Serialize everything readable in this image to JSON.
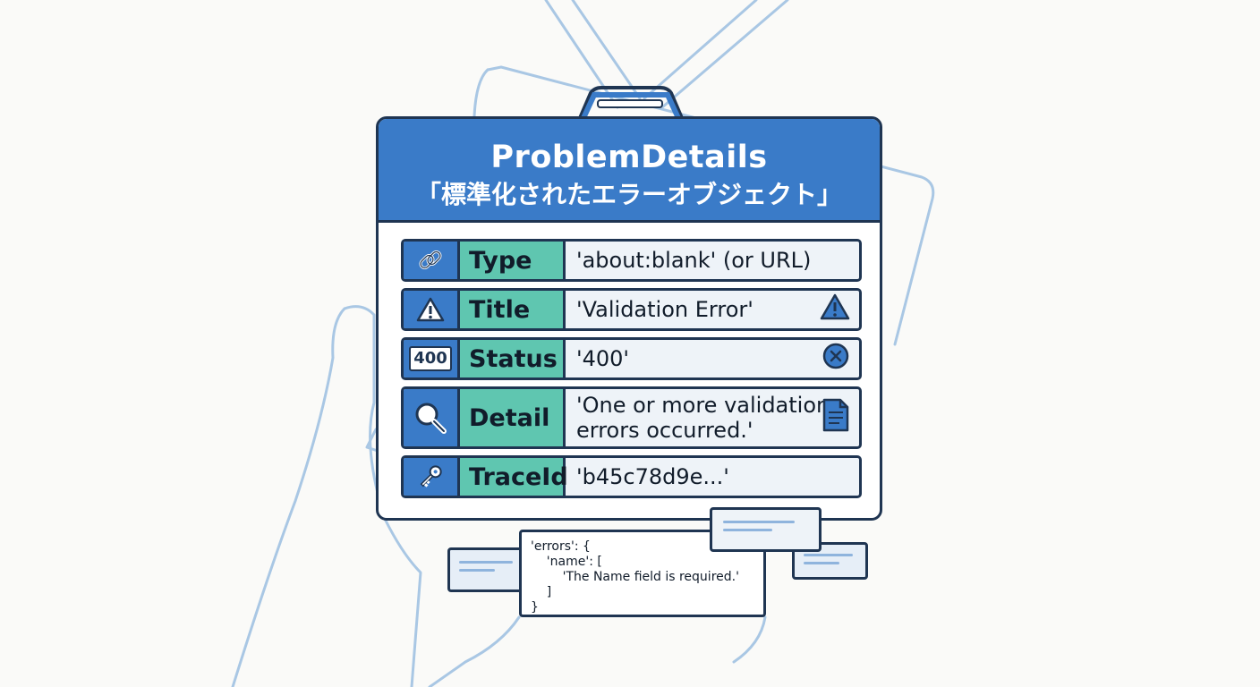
{
  "card": {
    "title": "ProblemDetails",
    "subtitle": "「標準化されたエラーオブジェクト」"
  },
  "rows": [
    {
      "key": "Type",
      "value": "'about:blank' (or URL)",
      "icon": "link-icon",
      "right_icon": ""
    },
    {
      "key": "Title",
      "value": "'Validation Error'",
      "icon": "warning-icon",
      "right_icon": "warning-icon"
    },
    {
      "key": "Status",
      "value": "'400'",
      "icon": "status-400-icon",
      "icon_text": "400",
      "right_icon": "error-circle-icon"
    },
    {
      "key": "Detail",
      "value": "'One or more validation errors occurred.'",
      "value_line1": "'One or more validation",
      "value_line2": "errors occurred.'",
      "icon": "magnifier-icon",
      "right_icon": "document-icon"
    },
    {
      "key": "TraceId",
      "value": "'b45c78d9e...'",
      "icon": "key-icon",
      "right_icon": ""
    }
  ],
  "errors_snippet": {
    "line1": "'errors': {",
    "line2": "    'name': [",
    "line3": "        'The Name field is required.'",
    "line4": "    ]",
    "line5": "}"
  },
  "colors": {
    "header_blue": "#3a7bc8",
    "key_teal": "#5fc6b0",
    "outline": "#1f3552",
    "sketch_line": "#a9c7e4"
  }
}
